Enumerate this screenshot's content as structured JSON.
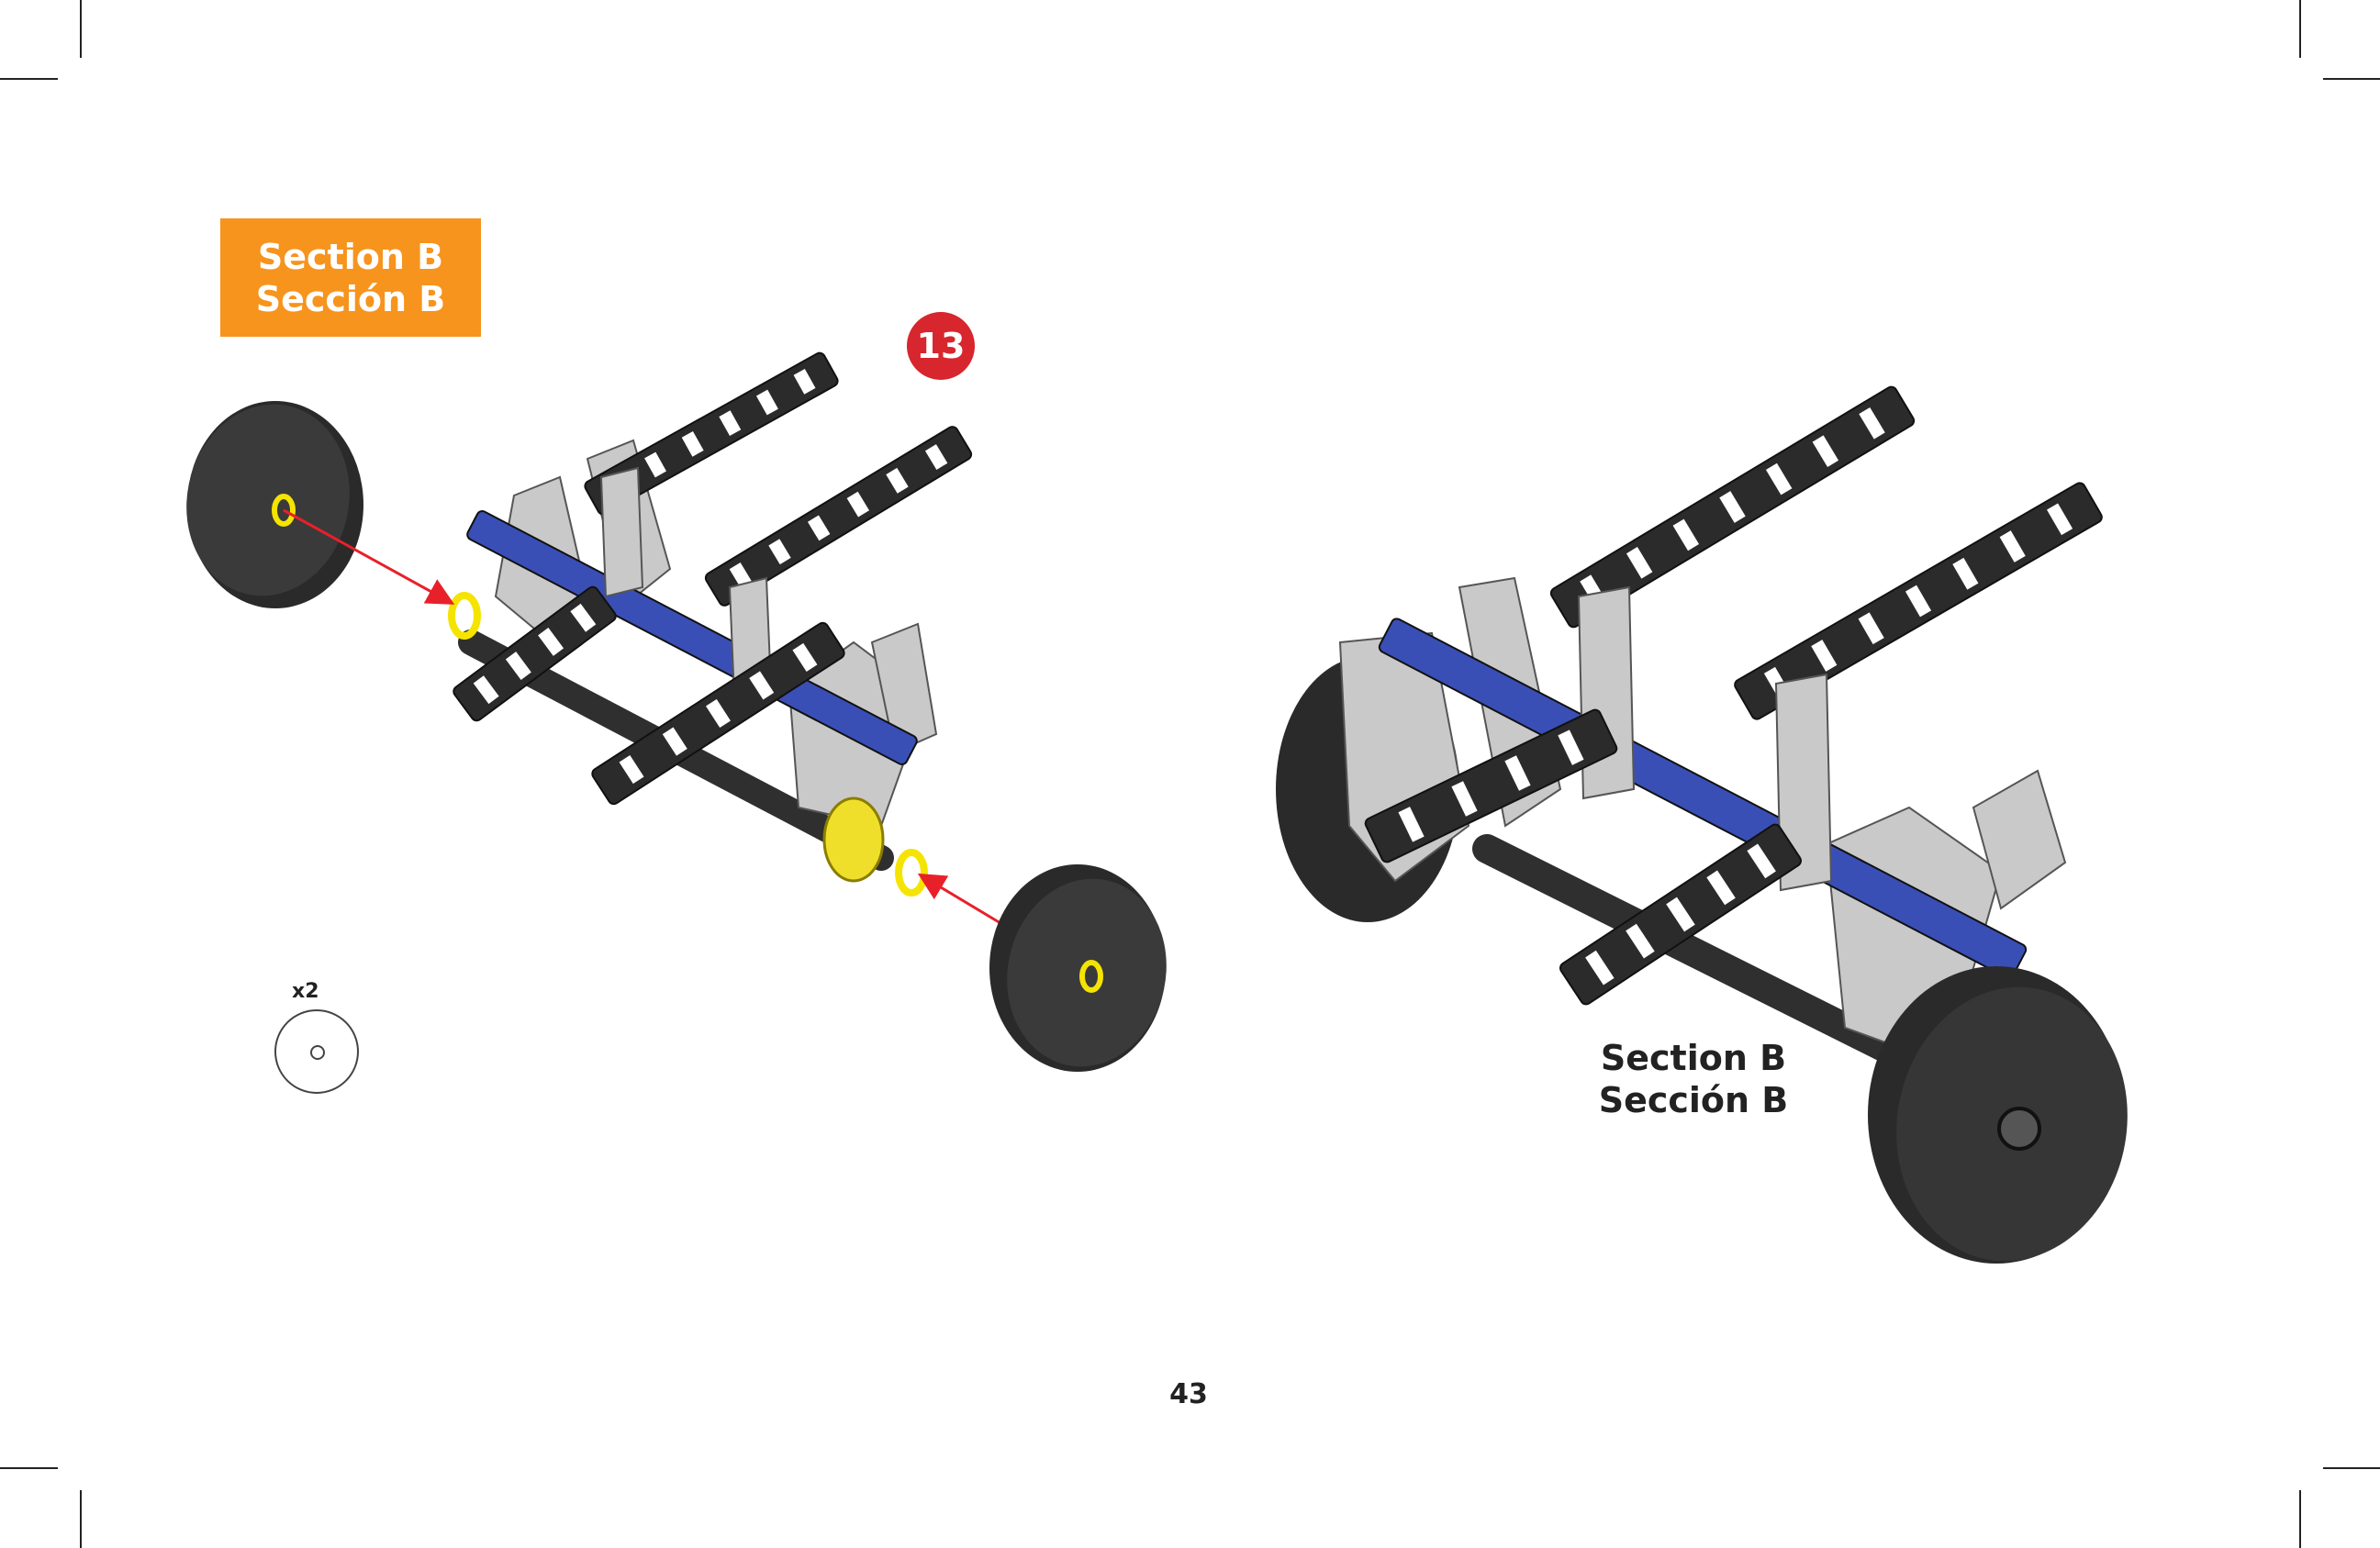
{
  "section_badge": {
    "line1": "Section B",
    "line2": "Sección B",
    "color": "#f7941d"
  },
  "step": {
    "number": "13",
    "color": "#d7262d"
  },
  "parts": {
    "quantity": "x2",
    "part": "washer-icon"
  },
  "assembled_label": {
    "line1": "Section B",
    "line2": "Sección B"
  },
  "page_number": "43",
  "colors": {
    "black_part": "#2b2b2b",
    "blue_part": "#3a4fb5",
    "grey_part": "#c9c9c9",
    "yellow_part": "#f5e400",
    "arrow": "#e8202a"
  }
}
